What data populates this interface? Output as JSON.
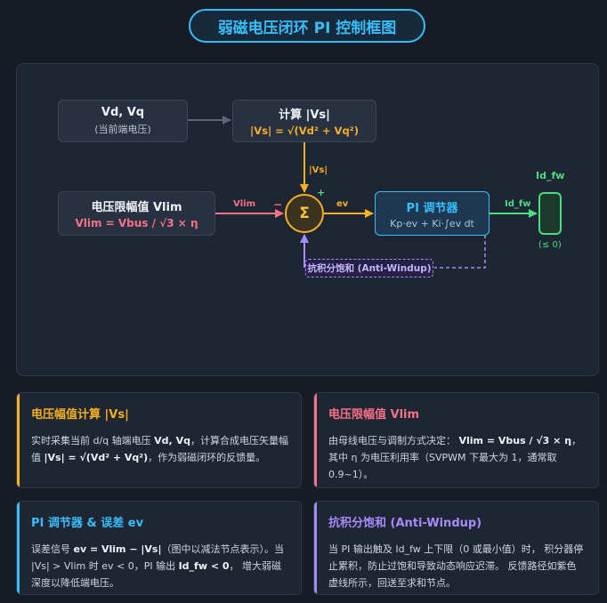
{
  "title": "弱磁电压闭环 PI 控制框图",
  "nodes": {
    "vdvq": {
      "title": "Vd, Vq",
      "sub": "(当前端电压)"
    },
    "calc": {
      "title": "计算 |Vs|",
      "formula": "|Vs| = √(Vd² + Vq²)"
    },
    "vlim": {
      "title": "电压限幅值 Vlim",
      "formula": "Vlim = Vbus / √3 × η"
    },
    "sum": {
      "symbol": "Σ"
    },
    "pi": {
      "title": "PI 调节器",
      "formula": "Kp·ev + Ki·∫ev dt"
    },
    "output": {
      "label": "Id_fw",
      "constraint": "(≤ 0)"
    },
    "antiwindup": {
      "label": "抗积分饱和 (Anti-Windup)"
    }
  },
  "edges": {
    "vs": "|Vs|",
    "plus": "+",
    "vlim": "Vlim",
    "minus": "−",
    "ev": "ev",
    "idfw": "Id_fw"
  },
  "colors": {
    "accent": "#38bdf8",
    "orange": "#f5b026",
    "red": "#fb7185",
    "green": "#4ade80",
    "purple": "#a78bfa",
    "gray": "#5b6676"
  },
  "cards": [
    {
      "title": "电压幅值计算 |Vs|",
      "color": "#f5b026",
      "p1": "实时采集当前 d/q 轴端电压 ",
      "b1": "Vd, Vq",
      "p2": "，计算合成电压矢量幅值 ",
      "b2": "|Vs| = √(Vd² + Vq²)",
      "p3": "，作为弱磁闭环的反馈量。"
    },
    {
      "title": "电压限幅值 Vlim",
      "color": "#fb7185",
      "p1": "由母线电压与调制方式决定： ",
      "b1": "Vlim = Vbus / √3 × η",
      "p2": "， 其中 η 为电压利用率（SVPWM 下最大为 1，通常取 0.9~1）。"
    },
    {
      "title": "PI 调节器 & 误差 ev",
      "color": "#38bdf8",
      "p1": "误差信号 ",
      "b1": "ev = Vlim − |Vs|",
      "p2": "（图中以减法节点表示）。当 |Vs| > Vlim 时 ev < 0，PI 输出 ",
      "b2": "Id_fw < 0",
      "p3": "， 增大弱磁深度以降低端电压。"
    },
    {
      "title": "抗积分饱和 (Anti-Windup)",
      "color": "#a78bfa",
      "p1": "当 PI 输出触及 Id_fw 上下限（0 或最小值）时， 积分器停止累积，防止过饱和导致动态响应迟滞。 反馈路径如紫色虚线所示，回送至求和节点。"
    }
  ]
}
